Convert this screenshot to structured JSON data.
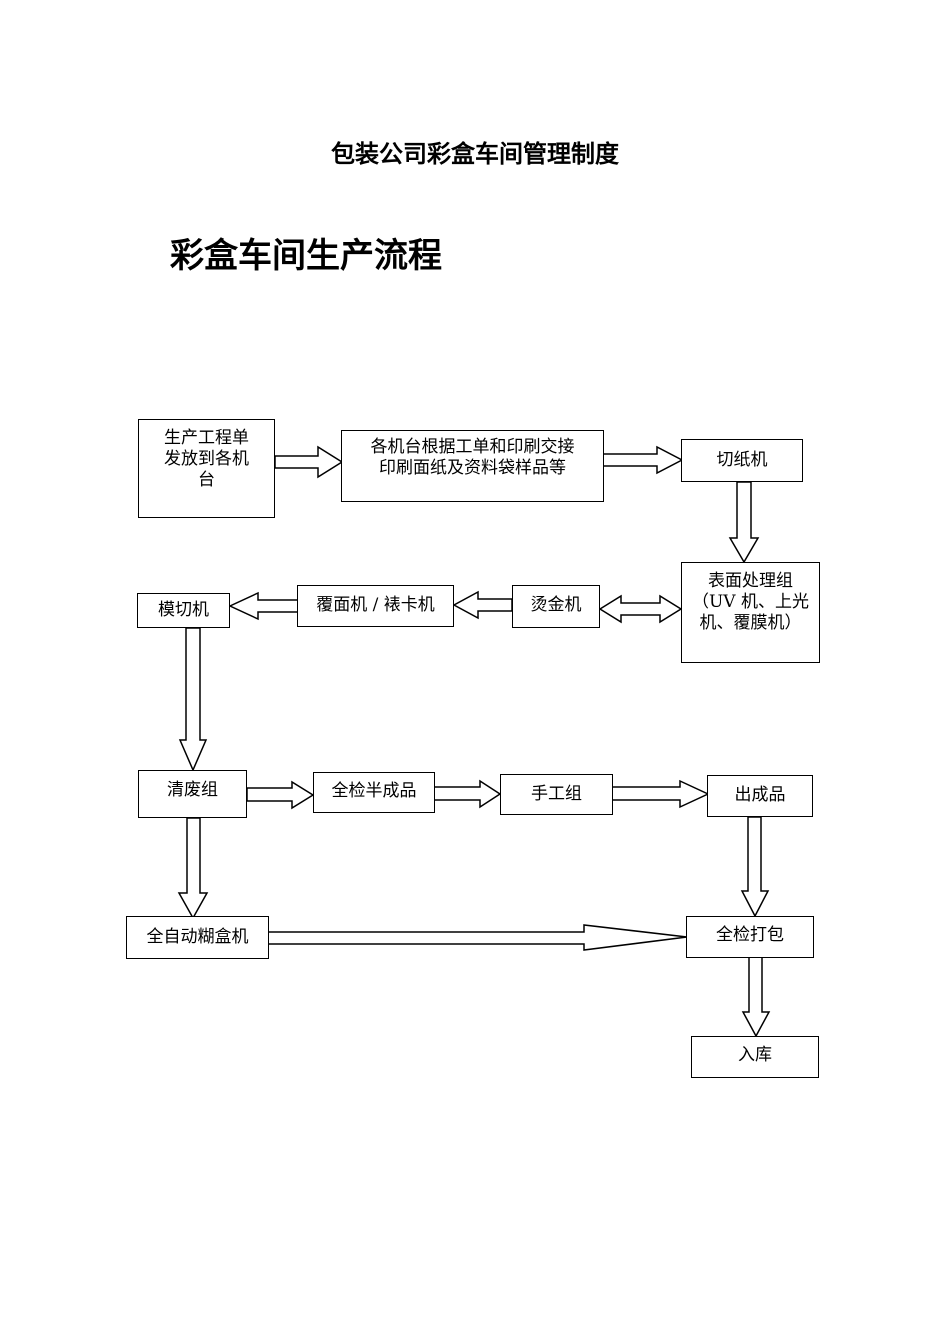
{
  "document": {
    "title": "包装公司彩盒车间管理制度",
    "section_title": "彩盒车间生产流程"
  },
  "flow": {
    "nodes": {
      "work_order": "生产工程单\n发放到各机\n台",
      "machine_station": "各机台根据工单和印刷交接\n印刷面纸及资料袋样品等",
      "paper_cutter": "切纸机",
      "surface_treatment": "表面处理组\n（UV 机、上光\n机、覆膜机）",
      "hot_stamping": "烫金机",
      "laminating": "覆面机 / 裱卡机",
      "die_cutting": "模切机",
      "waste_clearing": "清废组",
      "semi_inspection": "全检半成品",
      "manual_group": "手工组",
      "finished_output": "出成品",
      "auto_gluing": "全自动糊盒机",
      "inspect_pack": "全检打包",
      "warehousing": "入库"
    }
  }
}
